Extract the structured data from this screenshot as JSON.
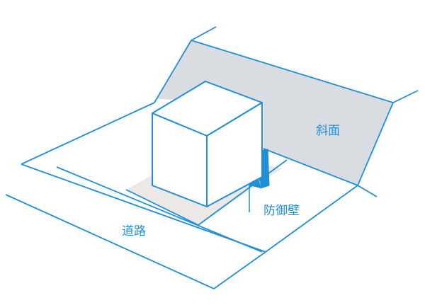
{
  "labels": {
    "slope": "斜面",
    "protective_wall": "防御壁",
    "road": "道路"
  },
  "colors": {
    "line": "#1f8fd6",
    "slope_fill": "#d9dde2",
    "shadow_fill": "#ece8e6",
    "wall_fill": "#1f8fd6",
    "box_fill": "#ffffff"
  }
}
